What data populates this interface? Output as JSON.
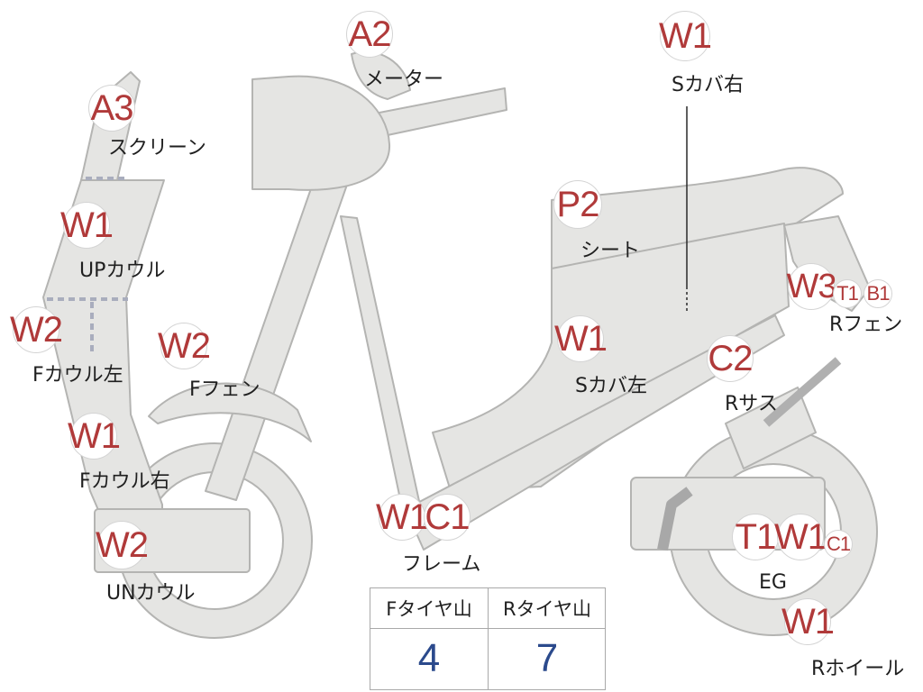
{
  "parts": [
    {
      "id": "meter",
      "code": "A2",
      "label": "メーター"
    },
    {
      "id": "s-cover-right",
      "code": "W1",
      "label": "Sカバ右"
    },
    {
      "id": "screen",
      "code": "A3",
      "label": "スクリーン"
    },
    {
      "id": "up-cowl",
      "code": "W1",
      "label": "UPカウル"
    },
    {
      "id": "seat",
      "code": "P2",
      "label": "シート"
    },
    {
      "id": "r-fender",
      "codes": [
        "W3",
        "T1",
        "B1"
      ],
      "label": "Rフェン"
    },
    {
      "id": "f-cowl-left",
      "code": "W2",
      "label": "Fカウル左"
    },
    {
      "id": "f-fender",
      "code": "W2",
      "label": "Fフェン"
    },
    {
      "id": "s-cover-left",
      "code": "W1",
      "label": "Sカバ左"
    },
    {
      "id": "r-sus",
      "code": "C2",
      "label": "Rサス"
    },
    {
      "id": "f-cowl-right",
      "code": "W1",
      "label": "Fカウル右"
    },
    {
      "id": "frame",
      "codes": [
        "W1",
        "C1"
      ],
      "label": "フレーム"
    },
    {
      "id": "un-cowl",
      "code": "W2",
      "label": "UNカウル"
    },
    {
      "id": "engine",
      "codes": [
        "T1",
        "W1",
        "C1"
      ],
      "label": "EG"
    },
    {
      "id": "r-wheel",
      "code": "W1",
      "label": "Rホイール"
    }
  ],
  "tire_table": {
    "headers": [
      "Fタイヤ山",
      "Rタイヤ山"
    ],
    "values": [
      "4",
      "7"
    ]
  },
  "colors": {
    "part_fill": "#e5e5e3",
    "part_stroke": "#b4b4b2",
    "code_text": "#b03a3a",
    "label_text": "#1f1f1f",
    "table_value": "#2b4a8c"
  }
}
